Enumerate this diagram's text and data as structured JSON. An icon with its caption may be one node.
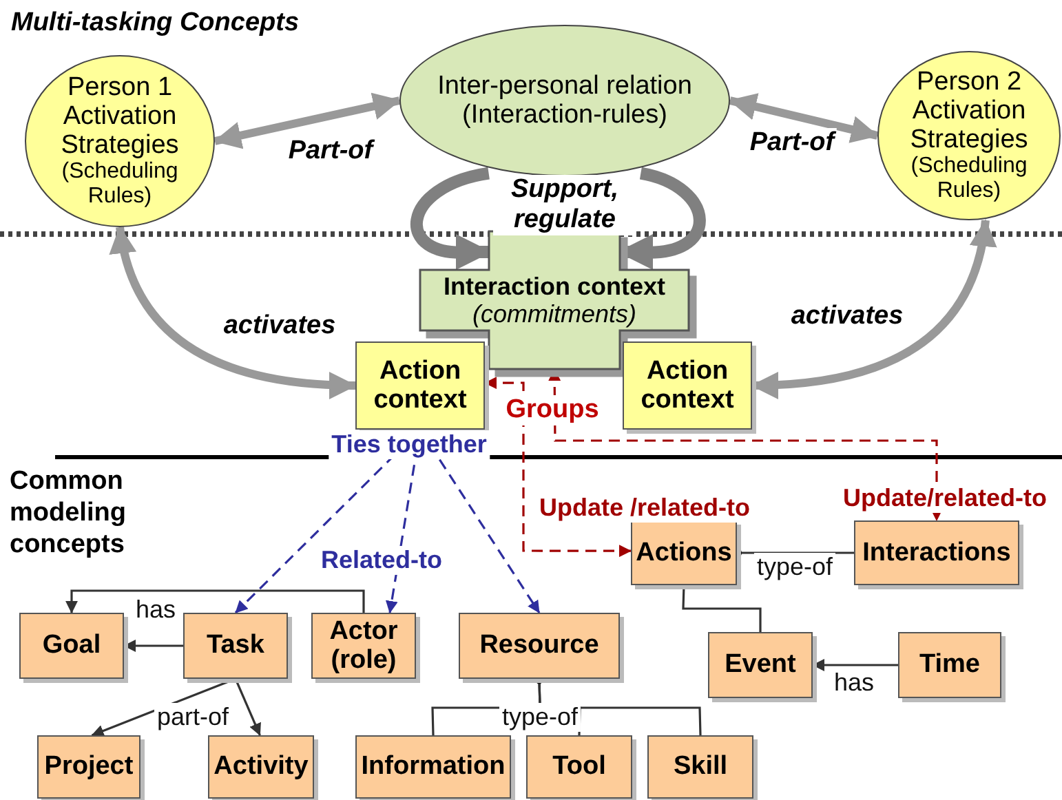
{
  "diagram": {
    "title": "Multi-tasking Concepts",
    "nodes": [
      {
        "text": [
          "Person 1 Activation Strategies",
          "(Scheduling Rules)"
        ]
      },
      {
        "text": [
          "Inter-personal relation",
          "(Interaction-rules)"
        ]
      },
      {
        "text": [
          "Person 2 Activation Strategies",
          "(Scheduling Rules)"
        ]
      },
      {
        "text": [
          "Interaction context",
          "(commitments)"
        ]
      },
      {
        "text": [
          "Action context"
        ]
      },
      {
        "text": [
          "Action context"
        ]
      },
      {
        "text": [
          "Goal"
        ]
      },
      {
        "text": [
          "Task"
        ]
      },
      {
        "text": [
          "Actor (role)"
        ]
      },
      {
        "text": [
          "Resource"
        ]
      },
      {
        "text": [
          "Actions"
        ]
      },
      {
        "text": [
          "Interactions"
        ]
      },
      {
        "text": [
          "Event"
        ]
      },
      {
        "text": [
          "Time"
        ]
      },
      {
        "text": [
          "Project"
        ]
      },
      {
        "text": [
          "Activity"
        ]
      },
      {
        "text": [
          "Information"
        ]
      },
      {
        "text": [
          "Tool"
        ]
      },
      {
        "text": [
          "Skill"
        ]
      }
    ],
    "edges": [
      {
        "from": 0,
        "to": 1,
        "arrow": "both",
        "label": "Part-of",
        "style": "thick",
        "color": "#999999"
      },
      {
        "from": 1,
        "to": 2,
        "arrow": "both",
        "label": "Part-of",
        "style": "thick",
        "color": "#999999"
      },
      {
        "from": 4,
        "to": 0,
        "arrow": "both",
        "label": "activates",
        "style": "thick",
        "color": "#999999"
      },
      {
        "from": 5,
        "to": 2,
        "arrow": "both",
        "label": "activates",
        "style": "thick",
        "color": "#999999"
      },
      {
        "from": 1,
        "to": 3,
        "arrow": "to",
        "label": "Support, regulate",
        "style": "thick",
        "color": "#808080"
      },
      {
        "from": 1,
        "to": 3,
        "arrow": "to",
        "style": "thick",
        "color": "#808080"
      },
      {
        "from": 4,
        "to": 7,
        "arrow": "to",
        "label": "Ties together",
        "style": "dashed",
        "color": "#2e2e9e"
      },
      {
        "from": 4,
        "to": 8,
        "arrow": "to",
        "label": "Related-to",
        "style": "dashed",
        "color": "#2e2e9e"
      },
      {
        "from": 4,
        "to": 9,
        "arrow": "to",
        "style": "dashed",
        "color": "#2e2e9e"
      },
      {
        "from": 4,
        "to": 10,
        "arrow": "both",
        "label": "Update /related-to",
        "style": "dashed",
        "color": "#a00000"
      },
      {
        "from": 3,
        "to": 11,
        "arrow": "both",
        "label": "Update/related-to",
        "style": "dashed",
        "color": "#a00000"
      },
      {
        "from": 7,
        "to": 6,
        "arrow": "to",
        "label": "has"
      },
      {
        "from": 8,
        "to": 6,
        "arrow": "to"
      },
      {
        "from": 7,
        "to": 14,
        "arrow": "to"
      },
      {
        "from": 7,
        "to": 15,
        "arrow": "to",
        "label": "part-of"
      },
      {
        "from": 9,
        "to": 16,
        "arrow": "other"
      },
      {
        "from": 9,
        "to": 17,
        "arrow": "other",
        "label": "type-of"
      },
      {
        "from": 9,
        "to": 18,
        "arrow": "other"
      },
      {
        "from": 10,
        "to": 11,
        "arrow": "other",
        "label": "type-of"
      },
      {
        "from": 10,
        "to": 12,
        "arrow": "none"
      },
      {
        "from": 13,
        "to": 12,
        "arrow": "to",
        "label": "has"
      }
    ],
    "labels": [
      "Groups",
      "Common modeling concepts"
    ]
  }
}
